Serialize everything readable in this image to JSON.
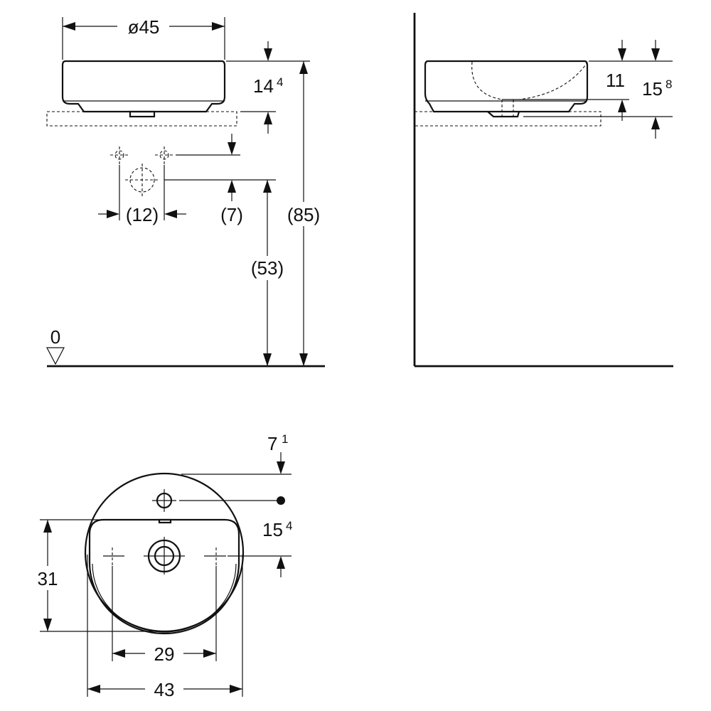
{
  "front_view": {
    "dims": {
      "diameter": "ø45",
      "height_main": "14",
      "height_main_sup": "4",
      "tap_spacing": "(12)",
      "drain_offset": "(7)",
      "drain_height": "(53)",
      "total_height": "(85)",
      "floor_level": "0"
    }
  },
  "side_view": {
    "dims": {
      "bowl_depth": "11",
      "total_depth": "15",
      "total_depth_sup": "8"
    }
  },
  "top_view": {
    "dims": {
      "tap_offset": "7",
      "tap_offset_sup": "1",
      "overflow_offset": "15",
      "overflow_offset_sup": "4",
      "basin_depth": "31",
      "inner_width": "29",
      "outer_width": "43"
    }
  }
}
